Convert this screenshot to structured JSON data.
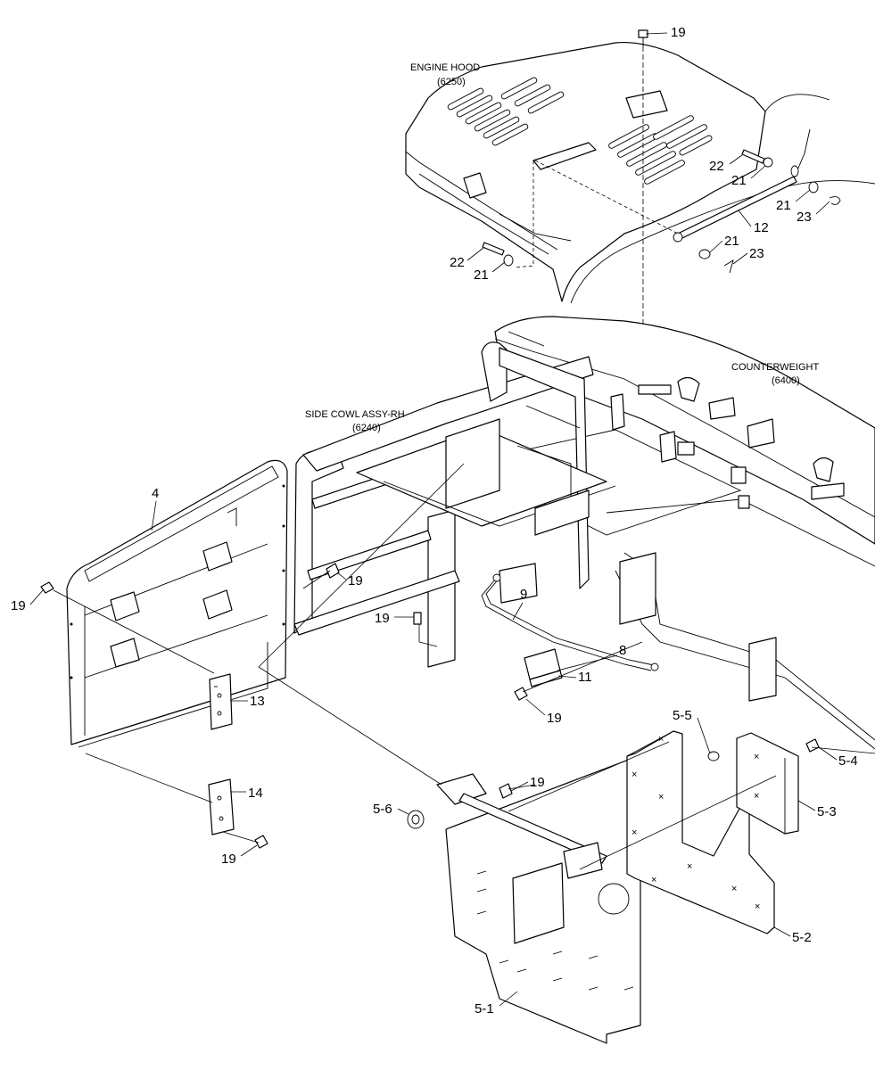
{
  "diagram": {
    "assemblies": {
      "engine_hood": {
        "name": "ENGINE HOOD",
        "code": "(6250)"
      },
      "side_cowl": {
        "name": "SIDE COWL ASSY-RH",
        "code": "(6240)"
      },
      "counterweight": {
        "name": "COUNTERWEIGHT",
        "code": "(6400)"
      }
    },
    "part_labels": {
      "p4": "4",
      "p5_1": "5-1",
      "p5_2": "5-2",
      "p5_3": "5-3",
      "p5_4": "5-4",
      "p5_5": "5-5",
      "p5_6": "5-6",
      "p8": "8",
      "p9": "9",
      "p11": "11",
      "p12": "12",
      "p13": "13",
      "p14": "14",
      "p19": "19",
      "p21": "21",
      "p22": "22",
      "p23": "23"
    }
  }
}
